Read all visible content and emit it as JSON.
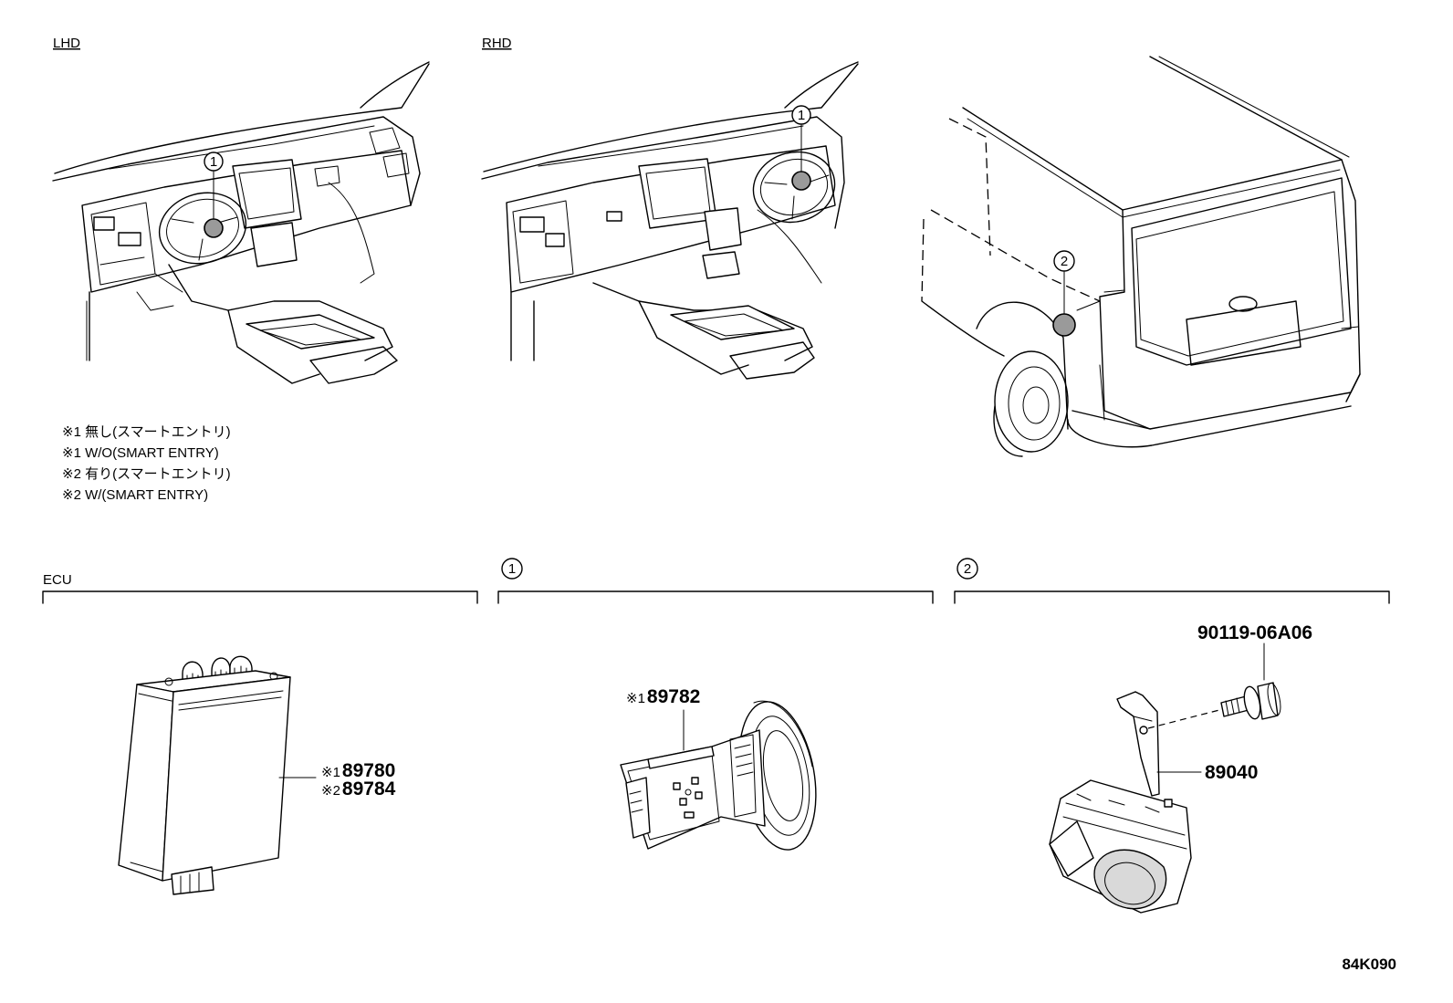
{
  "views": {
    "lhd_label": "LHD",
    "rhd_label": "RHD"
  },
  "notes": [
    "※1 無し(スマートエントリ)",
    "※1 W/O(SMART ENTRY)",
    "※2 有り(スマートエントリ)",
    "※2 W/(SMART ENTRY)"
  ],
  "callouts": {
    "one": "1",
    "two": "2"
  },
  "sections": {
    "ecu": "ECU",
    "one": "1",
    "two": "2"
  },
  "parts": {
    "ecu_a_mark": "※1",
    "ecu_a": "89780",
    "ecu_b_mark": "※2",
    "ecu_b": "89784",
    "coil_mark": "※1",
    "coil": "89782",
    "bolt": "90119-06A06",
    "antenna": "89040"
  },
  "figure_ref": "84K090"
}
